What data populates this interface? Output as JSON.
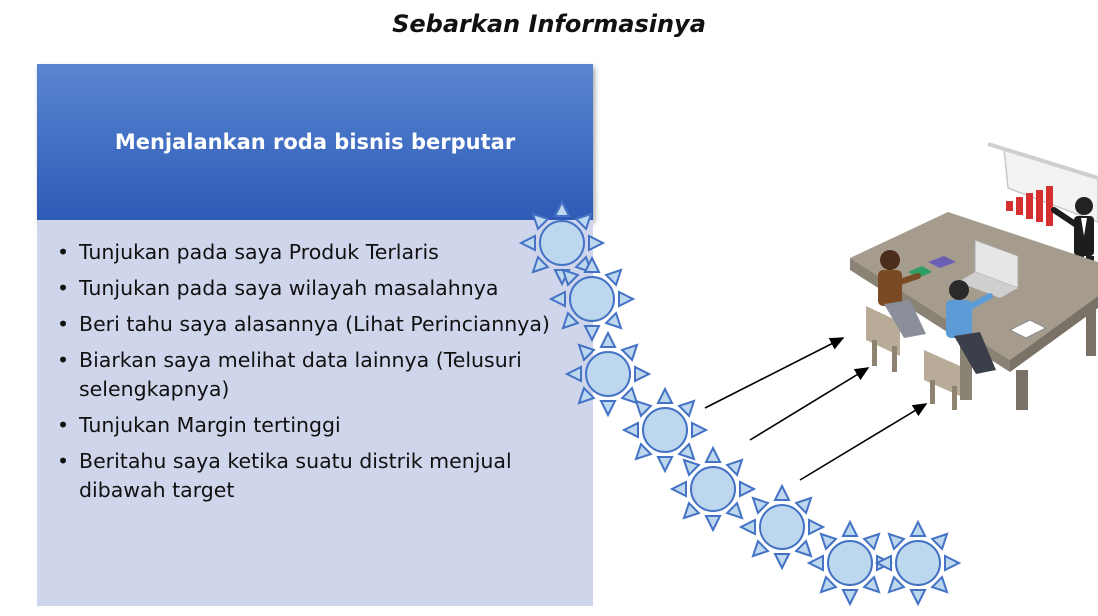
{
  "title": "Sebarkan Informasinya",
  "header": {
    "text": "Menjalankan roda bisnis berputar"
  },
  "bullets": [
    "Tunjukan pada saya Produk Terlaris",
    "Tunjukan pada saya wilayah masalahnya",
    "Beri tahu saya alasannya (Lihat Perinciannya)",
    "Biarkan saya melihat data lainnya (Telusuri selengkapnya)",
    "Tunjukan Margin tertinggi",
    "Beritahu saya ketika suatu distrik menjual dibawah target"
  ],
  "colors": {
    "header_blue": "#4472c4",
    "body_fill": "#cfd5ea",
    "sun_fill": "#bdd7ee",
    "sun_stroke": "#4472c4",
    "chart_red": "#d62f2f"
  },
  "illustration": {
    "icon": "meeting-presentation-illustration",
    "sun_icon": "sun-icon",
    "arrow_icon": "arrow-icon"
  }
}
